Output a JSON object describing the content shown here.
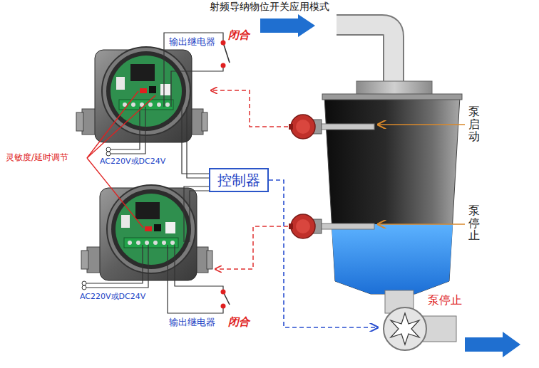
{
  "diagram": {
    "title": "射频导纳物位开关应用模式",
    "nodes": [
      {
        "text": [
          "控制器"
        ]
      },
      {
        "text": [
          "泵停止"
        ]
      }
    ],
    "edges": [
      {
        "from": 0,
        "to": 1,
        "arrow": "to"
      }
    ],
    "labels": [
      "输出继电器",
      "闭合",
      "灵敏度/延时调节",
      "AC220V或DC24V",
      "AC220V或DC24V",
      "输出继电器",
      "闭合",
      "泵启动",
      "泵停止"
    ]
  }
}
